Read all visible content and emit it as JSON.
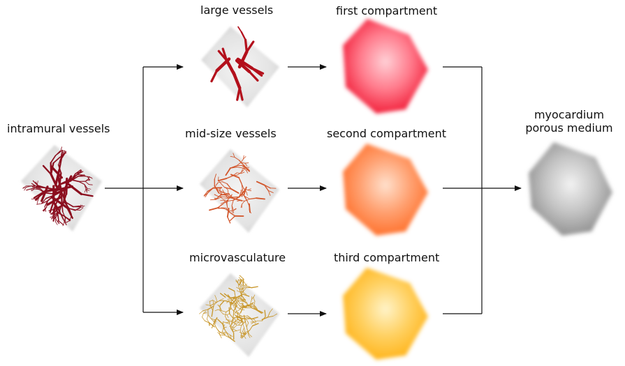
{
  "nodes": {
    "intramural": {
      "label": "intramural vessels"
    },
    "large": {
      "label": "large vessels"
    },
    "mid": {
      "label": "mid-size vessels"
    },
    "micro": {
      "label": "microvasculature"
    },
    "first": {
      "label": "first compartment"
    },
    "second": {
      "label": "second compartment"
    },
    "third": {
      "label": "third compartment"
    },
    "myocardium": {
      "label_line1": "myocardium",
      "label_line2": "porous medium"
    }
  },
  "colors": {
    "intramural": "#8b0e1e",
    "large": "#b3101c",
    "mid": "#d2552a",
    "micro": "#c8962a",
    "first": "#f0132f",
    "second": "#ff6a22",
    "third": "#ffb010",
    "myocardium": "#8a8a8a",
    "arrow": "#111111"
  }
}
